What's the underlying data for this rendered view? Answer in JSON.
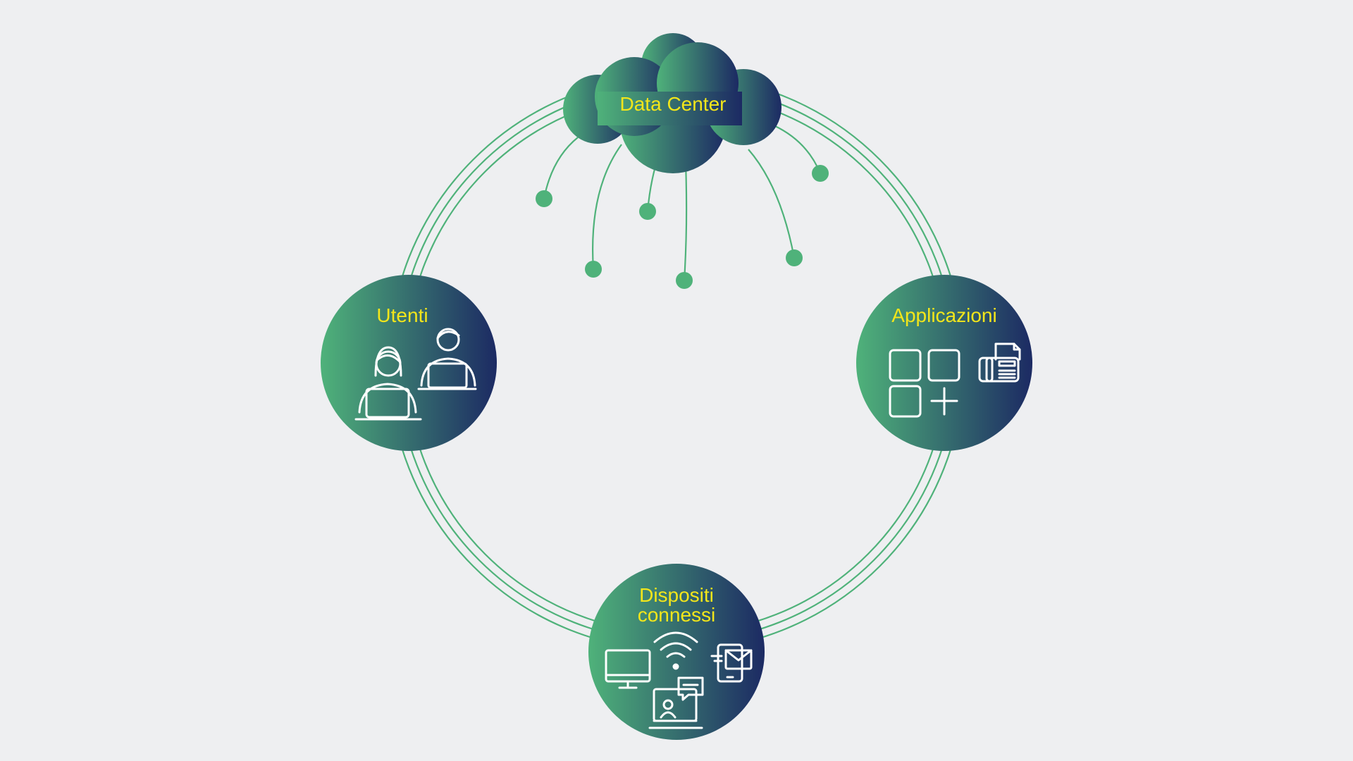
{
  "diagram": {
    "nodes": {
      "data_center": {
        "label": "Data Center"
      },
      "utenti": {
        "label": "Utenti",
        "icon": "users-at-laptops-icon"
      },
      "applicazioni": {
        "label": "Applicazioni",
        "icons": [
          "app-grid-icon",
          "fax-machine-icon"
        ]
      },
      "dispositivi": {
        "label_line1": "Dispositi",
        "label_line2": "connessi",
        "icons": [
          "monitor-icon",
          "wifi-icon",
          "mobile-mail-icon",
          "laptop-chat-icon"
        ]
      }
    },
    "colors": {
      "background": "#eeeff1",
      "ring_line": "#4fb27a",
      "gradient_start": "#4fb27a",
      "gradient_end": "#1c2a63",
      "label_text": "#f3e61a",
      "icon_stroke": "#ffffff"
    }
  }
}
